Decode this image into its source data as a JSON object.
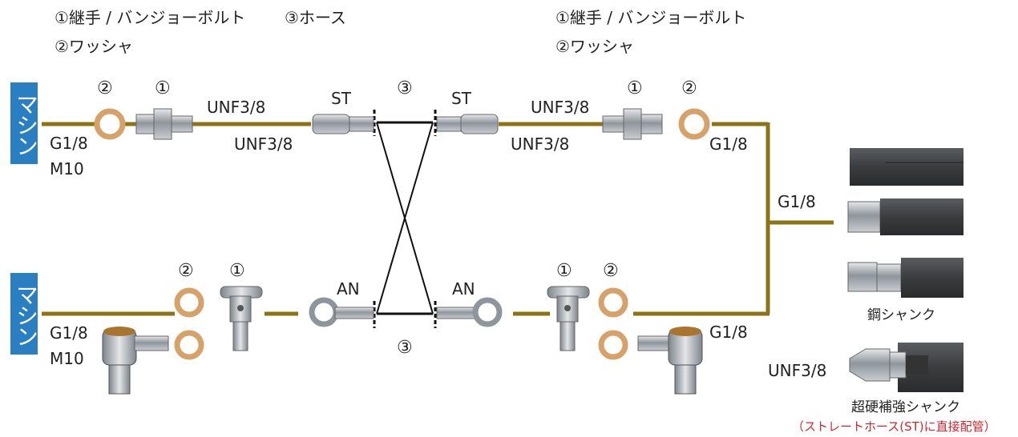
{
  "legend": {
    "left_line1": "①継手 / バンジョーボルト",
    "left_hose": "③ホース",
    "left_line2": "②ワッシャ",
    "right_line1": "①継手 / バンジョーボルト",
    "right_line2": "②ワッシャ"
  },
  "machine_label": "マシン",
  "markers": {
    "one": "①",
    "two": "②",
    "three": "③"
  },
  "labels": {
    "g18": "G1/8",
    "m10": "M10",
    "unf": "UNF3/8",
    "st": "ST",
    "an": "AN"
  },
  "shank": {
    "steel": "鋼シャンク",
    "super": "超硬補強シャンク",
    "super_note": "（ストレートホース(ST)に直接配管）"
  },
  "colors": {
    "pipe": "#8c7414",
    "machine_bg": "#2a7fc3",
    "note": "#d0262d"
  }
}
